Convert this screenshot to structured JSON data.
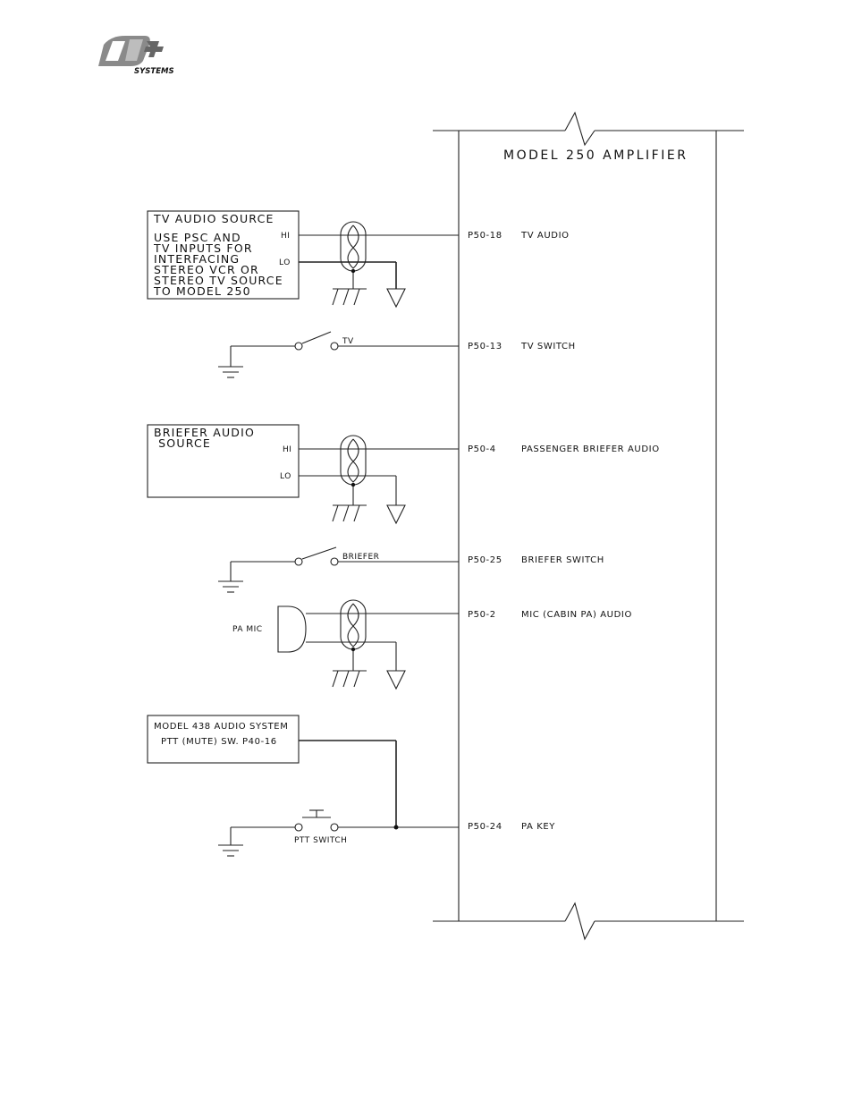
{
  "logo": {
    "brand_text": "SYSTEMS",
    "icon": "db-logo-icon"
  },
  "amplifier": {
    "title": "MODEL 250 AMPLIFIER"
  },
  "tv_source": {
    "title": "TV AUDIO SOURCE",
    "note_lines": [
      "USE PSC AND",
      "TV INPUTS FOR",
      "INTERFACING",
      "STEREO VCR OR",
      "STEREO TV SOURCE",
      "TO MODEL 250"
    ],
    "hi": "HI",
    "lo": "LO"
  },
  "briefer_source": {
    "title_lines": [
      "BRIEFER AUDIO",
      " SOURCE"
    ],
    "hi": "HI",
    "lo": "LO"
  },
  "audio_system": {
    "title": "MODEL 438 AUDIO SYSTEM",
    "ptt_line": "PTT (MUTE) SW.  P40-16"
  },
  "switches": {
    "tv": "TV",
    "briefer": "BRIEFER",
    "ptt": "PTT SWITCH"
  },
  "mic": {
    "label": "PA MIC"
  },
  "pins": [
    {
      "pin": "P50-18",
      "name": "TV AUDIO"
    },
    {
      "pin": "P50-13",
      "name": "TV SWITCH"
    },
    {
      "pin": "P50-4",
      "name": "PASSENGER BRIEFER AUDIO"
    },
    {
      "pin": "P50-25",
      "name": "BRIEFER SWITCH"
    },
    {
      "pin": "P50-2",
      "name": "MIC (CABIN PA) AUDIO"
    },
    {
      "pin": "P50-24",
      "name": "PA KEY"
    }
  ]
}
